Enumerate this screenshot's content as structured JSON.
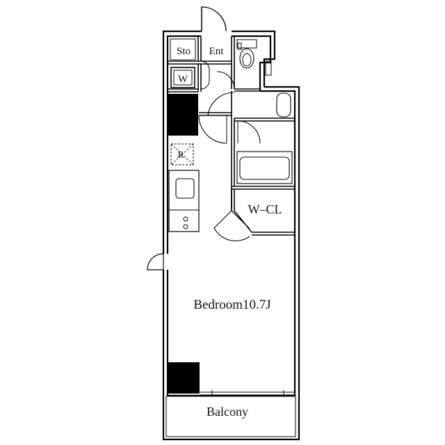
{
  "plan": {
    "rooms": {
      "storage": "Sto",
      "entrance": "Ent",
      "washer": "W",
      "fridge": "R",
      "walk_in_closet": "W–CL",
      "bedroom": "Bedroom10.7J",
      "balcony": "Balcony"
    },
    "colors": {
      "wall": "#000000",
      "background": "#ffffff",
      "fixture_line": "#111111",
      "solid_block": "#000000"
    }
  }
}
